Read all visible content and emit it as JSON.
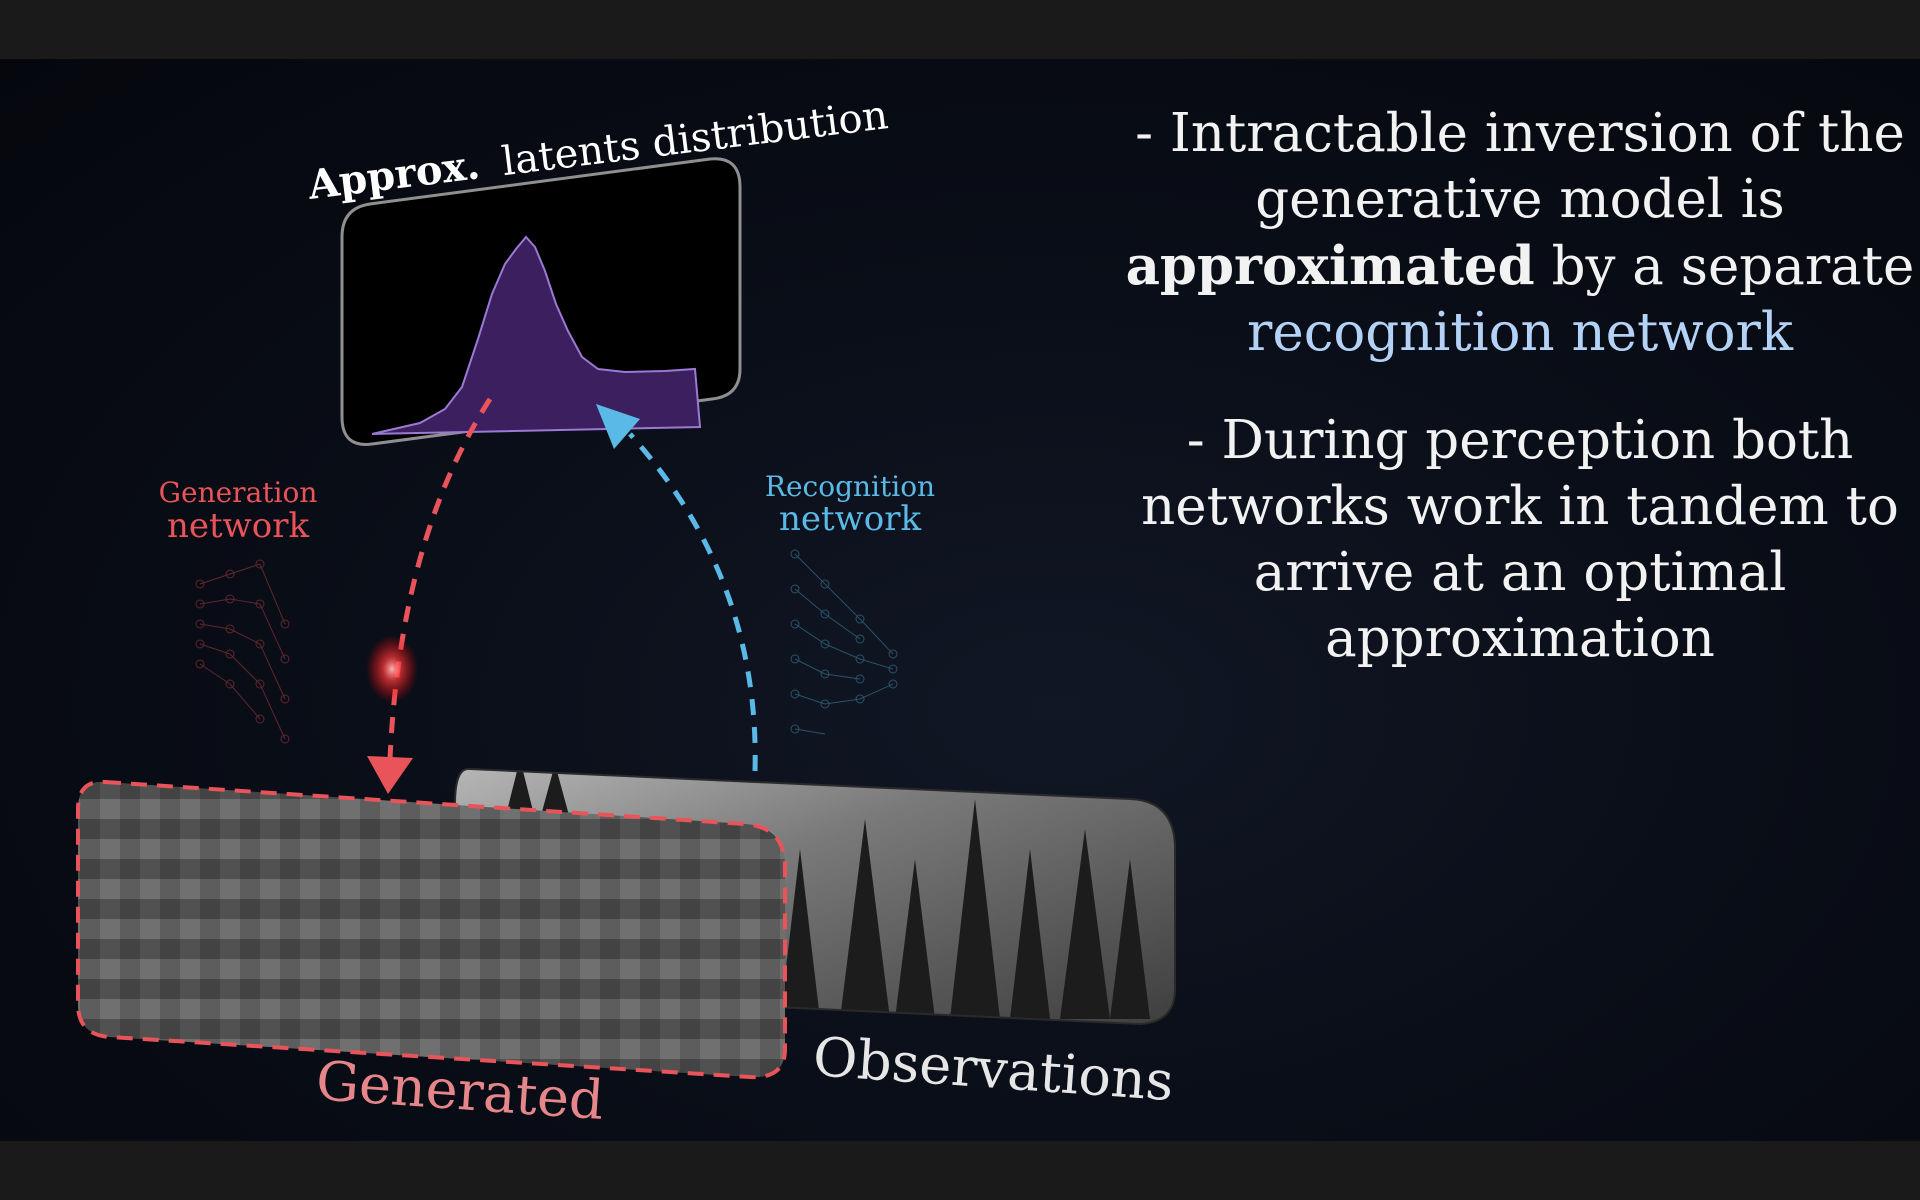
{
  "diagram": {
    "latents": {
      "title_bold": "Approx.",
      "title_rest": "latents distribution"
    },
    "generation_network": {
      "line1": "Generation",
      "line2": "network",
      "color": "#e8545a"
    },
    "recognition_network": {
      "line1": "Recognition",
      "line2": "network",
      "color": "#5ab9e6"
    },
    "panels": {
      "generated_label": "Generated",
      "observations_label": "Observations"
    },
    "distribution_fill_color": "#3b1f5e"
  },
  "notes": {
    "bullet1": {
      "prefix": "- Intractable inversion of the generative model is",
      "bold": "approximated",
      "middle": "by a separate",
      "accent": "recognition network"
    },
    "bullet2": {
      "text": "- During perception both networks work in tandem to arrive at an optimal approximation"
    }
  }
}
